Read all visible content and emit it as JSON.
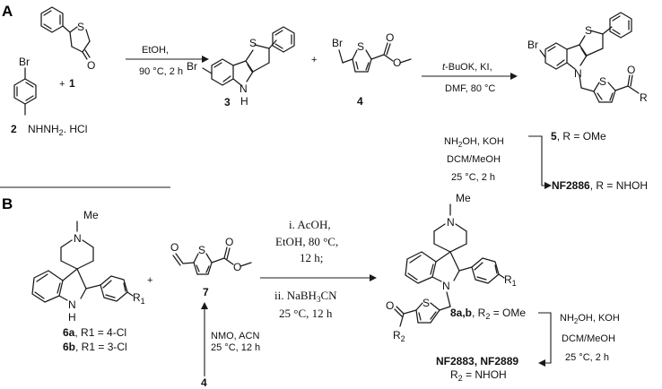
{
  "panel_a": {
    "label": "A",
    "reactant_1_label": "1",
    "reactant_1_atoms": {
      "s": "S",
      "o": "O"
    },
    "plus_1": "+",
    "reactant_2_label": "2",
    "reactant_2_atoms": {
      "br": "Br",
      "hydrazine": "NHNH",
      "hydrazine_sub": "2",
      "salt": ". HCl"
    },
    "step1_conditions": [
      "EtOH,",
      "90 °C, 2 h"
    ],
    "product_3_label": "3",
    "product_3_atoms": {
      "br": "Br",
      "s": "S",
      "n": "N",
      "h": "H"
    },
    "plus_2": "+",
    "reagent_4_label": "4",
    "reagent_4_atoms": {
      "br": "Br",
      "s": "S",
      "o1": "O",
      "o2": "O"
    },
    "step2_conditions": [
      "t-BuOK, KI,",
      "DMF, 80 °C"
    ],
    "product_5_atoms": {
      "br": "Br",
      "s1": "S",
      "n": "N",
      "s2": "S",
      "o": "O",
      "r": "R"
    },
    "step3_conditions": [
      "NH2OH, KOH",
      "DCM/MeOH",
      "25 °C, 2 h"
    ],
    "compound_5": {
      "name": "5",
      "r": ", R = OMe"
    },
    "compound_nf2886": {
      "name": "NF2886",
      "r": ", R = NHOH"
    }
  },
  "panel_b": {
    "label": "B",
    "reactant_6_atoms": {
      "me": "Me",
      "n_pip": "N",
      "n_ind": "N",
      "h": "H",
      "r1": "R",
      "r1_sub": "1"
    },
    "compound_6a": {
      "name": "6a",
      "r": ", R1 = 4-Cl"
    },
    "compound_6b": {
      "name": "6b",
      "r": ", R1 = 3-Cl"
    },
    "plus": "+",
    "reagent_7_label": "7",
    "reagent_7_atoms": {
      "o_ald": "O",
      "s": "S",
      "o1": "O",
      "o2": "O"
    },
    "step_7_conditions": [
      "NMO, ACN",
      "25 °C, 12 h"
    ],
    "reagent_4_label": "4",
    "step1_conditions": [
      "i. AcOH,",
      "EtOH, 80 °C,",
      "12 h;",
      "ii. NaBH3CN",
      "25 °C, 12 h"
    ],
    "product_8_atoms": {
      "me": "Me",
      "n_pip": "N",
      "n_ind": "N",
      "s": "S",
      "o": "O",
      "r2": "R",
      "r2_sub": "2",
      "r1": "R",
      "r1_sub": "1"
    },
    "compound_8": {
      "name": "8a,b",
      "r": ", R2 = OMe"
    },
    "step2_conditions": [
      "NH2OH, KOH",
      "DCM/MeOH",
      "25 °C, 2 h"
    ],
    "compound_final": {
      "name": "NF2883, NF2889",
      "r": "R2 = NHOH"
    }
  }
}
